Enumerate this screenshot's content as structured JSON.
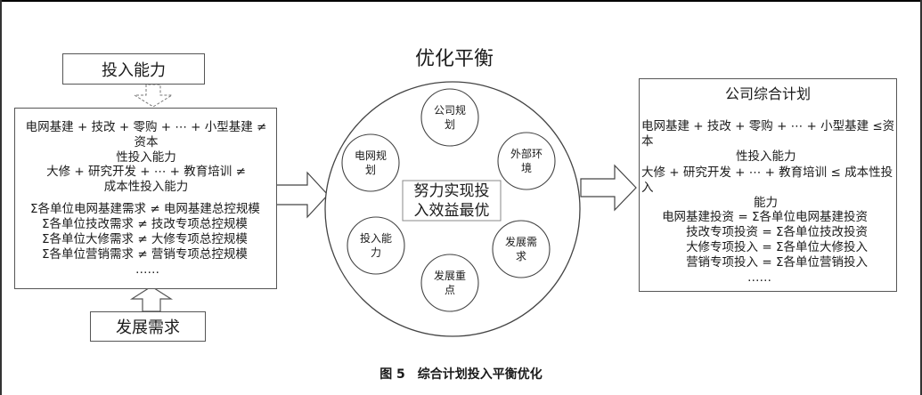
{
  "left": {
    "top_label": "投入能力",
    "bottom_label": "发展需求",
    "capital_line1": "电网基建 + 技改 + 零购 + ⋯ + 小型基建 ≠ 资本",
    "capital_line2": "性投入能力",
    "cost_line1": "大修 + 研究开发 + ⋯ + 教育培训 ≠",
    "cost_line2": "成本性投入能力",
    "constraints": [
      "Σ各单位电网基建需求 ≠ 电网基建总控规模",
      "Σ各单位技改需求 ≠ 技改专项总控规模",
      "Σ各单位大修需求 ≠ 大修专项总控规模",
      "Σ各单位营销需求 ≠ 营销专项总控规模",
      "……"
    ]
  },
  "center": {
    "title": "优化平衡",
    "core_line1": "努力实现投",
    "core_line2": "入效益最优",
    "nodes": [
      {
        "line1": "公司规",
        "line2": "划"
      },
      {
        "line1": "外部环",
        "line2": "境"
      },
      {
        "line1": "发展需",
        "line2": "求"
      },
      {
        "line1": "发展重",
        "line2": "点"
      },
      {
        "line1": "投入能",
        "line2": "力"
      },
      {
        "line1": "电网规",
        "line2": "划"
      }
    ]
  },
  "right": {
    "title": "公司综合计划",
    "capital_line1": "电网基建 + 技改 + 零购 + ⋯ + 小型基建 ≤资本",
    "capital_line2": "性投入能力",
    "cost_line1": "大修 + 研究开发 + ⋯ + 教育培训 ≤ 成本性投入",
    "cost_line2": "能力",
    "equations": [
      "电网基建投资 = Σ各单位电网基建投资",
      "技改专项投资 = Σ各单位技改投资",
      "大修专项投入 = Σ各单位大修投入",
      "营销专项投入 = Σ各单位营销投入",
      "……"
    ]
  },
  "caption": "图 5　综合计划投入平衡优化"
}
